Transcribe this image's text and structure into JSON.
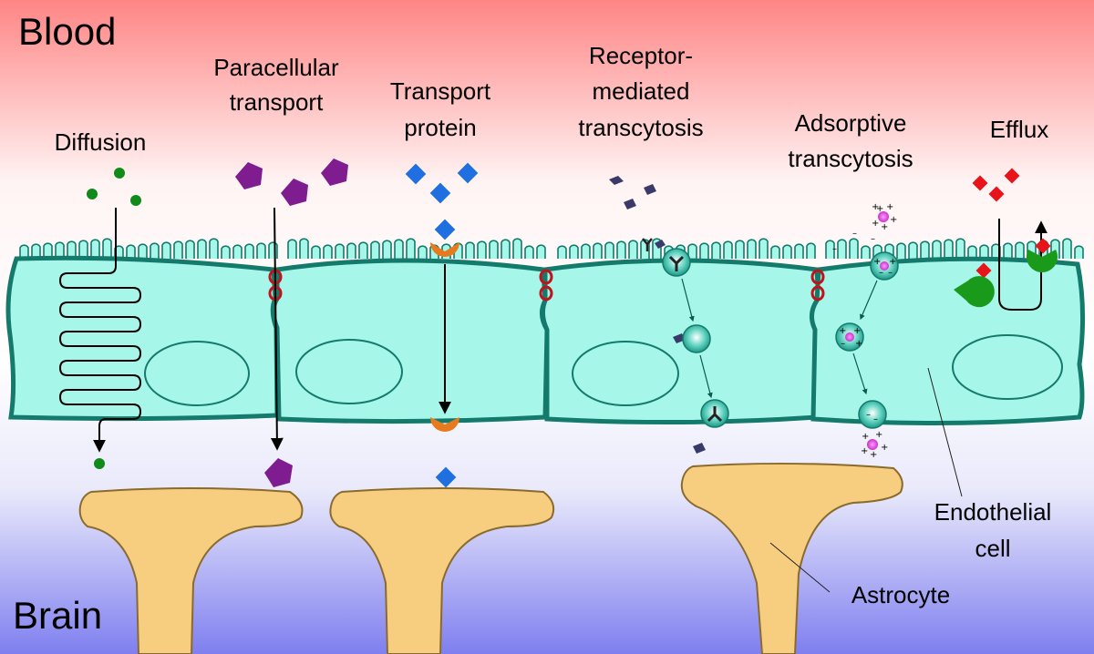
{
  "regions": {
    "blood": "Blood",
    "brain": "Brain"
  },
  "mechanisms": {
    "diffusion": "Diffusion",
    "paracellular": [
      "Paracellular",
      "transport"
    ],
    "transport_protein": [
      "Transport",
      "protein"
    ],
    "receptor": [
      "Receptor-",
      "mediated",
      "transcytosis"
    ],
    "adsorptive": [
      "Adsorptive",
      "transcytosis"
    ],
    "efflux": "Efflux"
  },
  "structures": {
    "endothelial": [
      "Endothelial",
      "cell"
    ],
    "astrocyte": "Astrocyte"
  },
  "colors": {
    "blood_top": "#ff8a8a",
    "brain_bottom": "#8a8af2",
    "cell_fill": "#a7f6ea",
    "cell_stroke": "#137a6c",
    "astro_fill": "#f7cd80",
    "astro_stroke": "#8a6b2e",
    "diffusion": "#108a18",
    "paracellular": "#7f1c8f",
    "transport": "#1f6fe0",
    "carrier": "#e87a1e",
    "efflux": "#e8141a",
    "efflux_pump": "#1a9a1a"
  }
}
